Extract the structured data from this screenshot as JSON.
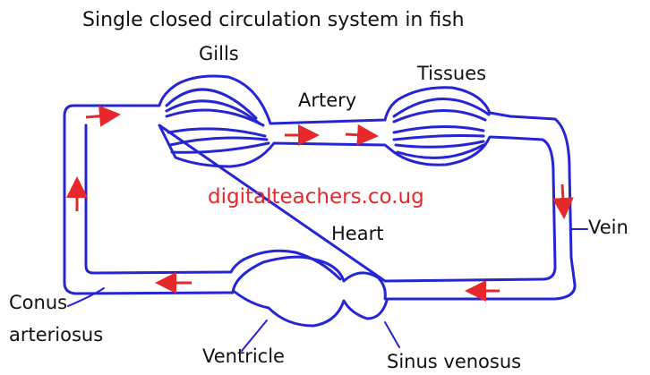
{
  "title": "Single closed circulation system in fish",
  "labels": {
    "gills": "Gills",
    "artery": "Artery",
    "tissues": "Tissues",
    "heart": "Heart",
    "vein": "Vein",
    "conus": "Conus",
    "arteriosus": "arteriosus",
    "ventricle": "Ventricle",
    "sinus_venosus": "Sinus venosus"
  },
  "watermark": "digitalteachers.co.ug",
  "colors": {
    "vessel": "#2525d6",
    "arrow": "#e8272a",
    "text": "#111111"
  }
}
